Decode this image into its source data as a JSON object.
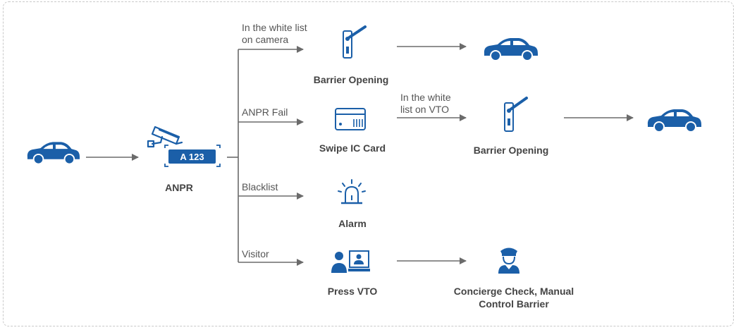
{
  "colors": {
    "icon": "#1b5fa8",
    "arrow": "#6b6b6b",
    "label": "#555555",
    "title": "#444444",
    "frame": "#c9c9c9"
  },
  "icons": [
    "car-icon",
    "anpr-camera-icon",
    "barrier-icon",
    "ic-card-icon",
    "alarm-icon",
    "press-vto-icon",
    "guard-icon"
  ],
  "anpr": {
    "plate": "A 123",
    "label": "ANPR"
  },
  "branches": {
    "white_list_camera": "In the white list on camera",
    "white_list_camera_lines": [
      "In the white list",
      "on camera"
    ],
    "anpr_fail": "ANPR Fail",
    "blacklist": "Blacklist",
    "visitor": "Visitor",
    "white_list_vto_lines": [
      "In the white",
      "list on VTO"
    ]
  },
  "nodes": {
    "barrier_opening_1": "Barrier Opening",
    "swipe_ic_card": "Swipe IC Card",
    "barrier_opening_2": "Barrier Opening",
    "alarm": "Alarm",
    "press_vto": "Press VTO",
    "concierge_lines": [
      "Concierge Check, Manual",
      "Control Barrier"
    ]
  }
}
